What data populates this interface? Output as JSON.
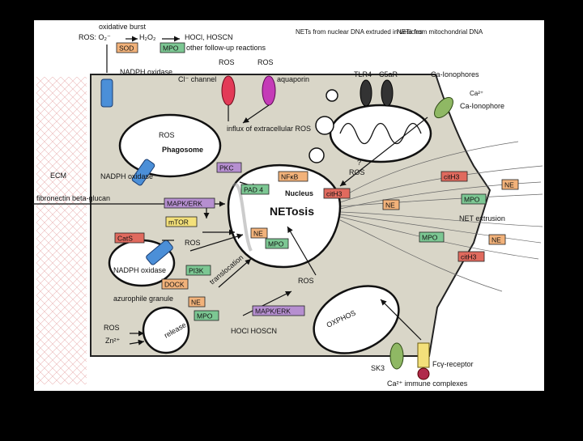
{
  "colors": {
    "cell_fill": "#d9d6c8",
    "box_red": "#e06a5e",
    "box_green": "#7cc793",
    "box_orange": "#f2b27a",
    "box_purple": "#b68fd0",
    "box_blue": "#7fa0d8",
    "box_yellow": "#f3e07a",
    "channel_red": "#e23a57",
    "channel_magenta": "#c43bb7",
    "oxidase_blue": "#4b8fd8",
    "tlr_dark": "#333333",
    "ionophore_green": "#8fb864",
    "netosis_red": "#d8232a"
  },
  "top": {
    "oxidative_burst": "oxidative burst",
    "ros_o2": "ROS: O₂⁻",
    "h2o2": "H₂O₂",
    "hocl": "HOCl, HOSCN",
    "other_reactions": "other follow-up reactions",
    "sod": "SOD",
    "mpo": "MPO",
    "nadph_oxidase": "NADPH oxidase",
    "ros1": "ROS",
    "ros2": "ROS",
    "cl_channel": "Cl⁻ channel",
    "aquaporin": "aquaporin",
    "influx": "influx of extracellular ROS",
    "nets_nuclear": "NETs from nuclear DNA extruded in vesicles",
    "nets_mito": "NETs from mitochondrial DNA",
    "tlr4": "TLR4",
    "c5ar": "C5aR",
    "ca_ionophores": "Ca-Ionophores",
    "ca2": "Ca²⁺",
    "ca_ionophore": "Ca-Ionophore"
  },
  "left": {
    "ecm": "ECM",
    "fibronectin": "fibronectin beta-glucan",
    "ros_bottom": "ROS",
    "zn": "Zn²⁺"
  },
  "cell": {
    "ros_phago": "ROS",
    "phagosome": "Phagosome",
    "nadph_oxidase_mid": "NADPH oxidase",
    "pkc": "PKC",
    "pad4": "PAD 4",
    "nfkb": "NFκB",
    "nucleus": "Nucleus",
    "cith3_nuc": "citH3",
    "netosis": "NETosis",
    "mapk_erk_top": "MAPK/ERK",
    "mtor": "mTOR",
    "cats": "CatS",
    "ros_mid": "ROS",
    "nadph_oxidase_low": "NADPH oxidase",
    "pi3k": "PI3K",
    "dock": "DOCK",
    "ne_nuc": "NE",
    "mpo_nuc": "MPO",
    "translocation": "translocation",
    "azurophile": "azurophile granule",
    "ne_gran": "NE",
    "mpo_gran": "MPO",
    "release": "release",
    "hocl_hoscn": "HOCl HOSCN",
    "mapk_erk_low": "MAPK/ERK",
    "ros_low": "ROS",
    "oxphos": "OXPHOS",
    "q_mark": "?",
    "ros_q": "ROS",
    "sk3": "SK3",
    "fcy": "Fcγ-receptor",
    "ca_immune": "Ca²⁺ immune complexes"
  },
  "net": {
    "cith3_a": "citH3",
    "ne_a": "NE",
    "ne_b": "NE",
    "mpo_a": "MPO",
    "net_extrusion": "NET extrusion",
    "mpo_b": "MPO",
    "ne_c": "NE",
    "cith3_b": "citH3"
  }
}
